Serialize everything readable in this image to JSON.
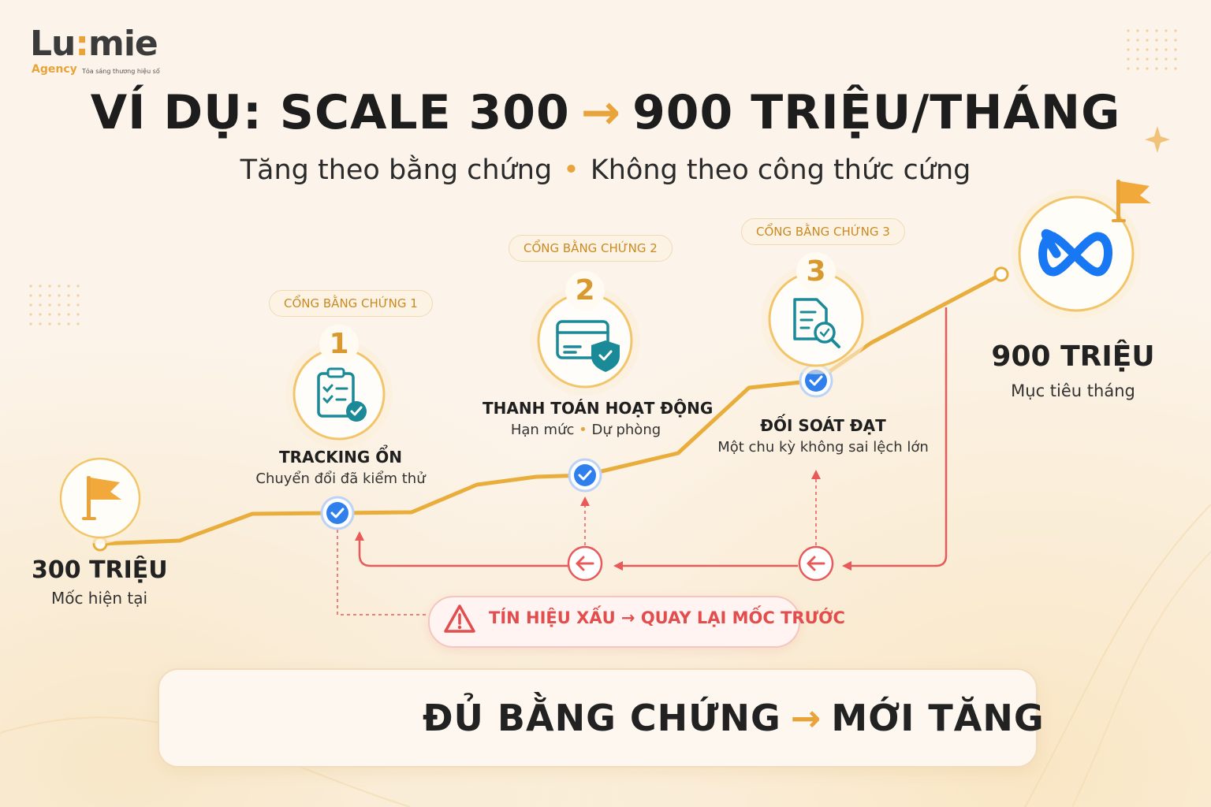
{
  "brand": {
    "name_left": "Lu",
    "name_accent": ":",
    "name_right": "mie",
    "agency": "Agency",
    "tagline": "Tỏa sáng thương hiệu số"
  },
  "title": {
    "left": "VÍ DỤ: SCALE 300",
    "arrow": "→",
    "right": "900 TRIỆU/THÁNG"
  },
  "subtitle": {
    "left": "Tăng theo bằng chứng",
    "dot": "•",
    "right": "Không theo công thức cứng"
  },
  "start": {
    "value": "300 TRIỆU",
    "label": "Mốc hiện tại"
  },
  "target": {
    "value": "900 TRIỆU",
    "label": "Mục tiêu tháng"
  },
  "gates": [
    {
      "pill": "CỔNG BẰNG CHỨNG 1",
      "number": "1",
      "title": "TRACKING ỔN",
      "sub": "Chuyển đổi đã kiểm thử",
      "icon": "clipboard-check-icon"
    },
    {
      "pill": "CỔNG BẰNG CHỨNG 2",
      "number": "2",
      "title": "THANH TOÁN HOẠT ĐỘNG",
      "sub_left": "Hạn mức",
      "sub_dot": "•",
      "sub_right": "Dự phòng",
      "icon": "card-shield-icon"
    },
    {
      "pill": "CỔNG BẰNG CHỨNG 3",
      "number": "3",
      "title": "ĐỐI SOÁT ĐẠT",
      "sub": "Một chu kỳ không sai lệch lớn",
      "icon": "document-search-icon"
    }
  ],
  "warning": {
    "text": "TÍN HIỆU XẤU → QUAY LẠI MỐC TRƯỚC"
  },
  "bottom": {
    "left": "ĐỦ BẰNG CHỨNG",
    "arrow": "→",
    "right": "MỚI TĂNG"
  },
  "colors": {
    "accent": "#e8a33a",
    "check": "#2f80ed",
    "warn": "#e24d4d",
    "teal": "#1a8a98",
    "meta": "#1877f2"
  }
}
